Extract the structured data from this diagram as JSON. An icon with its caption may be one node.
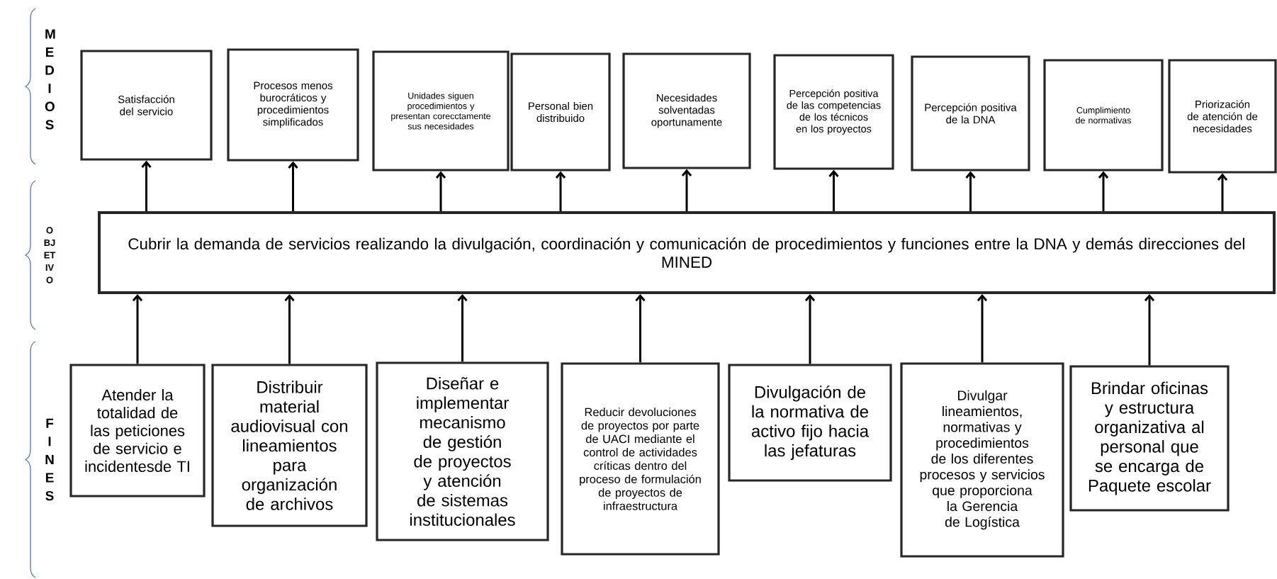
{
  "diagram": {
    "nodes": [
      {
        "text": [
          "Satisfacción del servicio"
        ]
      },
      {
        "text": [
          "Procesos menos burocráticos y procedimientos simplificados"
        ]
      },
      {
        "text": [
          "Unidades siguen procedimientos y presentan corecctamente sus necesidades"
        ]
      },
      {
        "text": [
          "Personal bien distribuido"
        ]
      },
      {
        "text": [
          "Necesidades solventadas oportunamente"
        ]
      },
      {
        "text": [
          "Percepción positiva de las competencias de los técnicos en los proyectos"
        ]
      },
      {
        "text": [
          "Percepción positiva de la  DNA"
        ]
      },
      {
        "text": [
          "Cumplimiento de normativas"
        ]
      },
      {
        "text": [
          "Priorización de atención de necesidades"
        ]
      },
      {
        "text": [
          "Cubrir la demanda de servicios realizando la divulgación, coordinación y comunicación de procedimientos y funciones entre la DNA y demás direcciones del MINED"
        ]
      },
      {
        "text": [
          "Atender la totalidad de las peticiones de servicio e incidentesde TI"
        ]
      },
      {
        "text": [
          "Distribuir material audiovisual con lineamientos para organización de archivos"
        ]
      },
      {
        "text": [
          "Diseñar e implementar mecanismo de gestión de proyectos y atención de sistemas institucionales"
        ]
      },
      {
        "text": [
          "Reducir devoluciones de proyectos por parte de UACI mediante el control de actividades críticas dentro del proceso de formulación de proyectos de infraestructura"
        ]
      },
      {
        "text": [
          "Divulgación de la normativa de activo fijo hacia las jefaturas"
        ]
      },
      {
        "text": [
          "Divulgar lineamientos, normativas y procedimientos de los diferentes procesos y servicios que proporciona la Gerencia de Logística"
        ]
      },
      {
        "text": [
          "Brindar oficinas y estructura organizativa al personal que se encarga de Paquete escolar"
        ]
      }
    ],
    "edges": [
      {
        "from": 9,
        "to": 0,
        "arrow": "to"
      },
      {
        "from": 9,
        "to": 1,
        "arrow": "to"
      },
      {
        "from": 9,
        "to": 2,
        "arrow": "to"
      },
      {
        "from": 9,
        "to": 3,
        "arrow": "to"
      },
      {
        "from": 9,
        "to": 4,
        "arrow": "to"
      },
      {
        "from": 9,
        "to": 5,
        "arrow": "to"
      },
      {
        "from": 9,
        "to": 6,
        "arrow": "to"
      },
      {
        "from": 9,
        "to": 7,
        "arrow": "to"
      },
      {
        "from": 9,
        "to": 8,
        "arrow": "to"
      },
      {
        "from": 10,
        "to": 9,
        "arrow": "to"
      },
      {
        "from": 11,
        "to": 9,
        "arrow": "to"
      },
      {
        "from": 12,
        "to": 9,
        "arrow": "to"
      },
      {
        "from": 13,
        "to": 9,
        "arrow": "to"
      },
      {
        "from": 14,
        "to": 9,
        "arrow": "to"
      },
      {
        "from": 15,
        "to": 9,
        "arrow": "to"
      },
      {
        "from": 16,
        "to": 9,
        "arrow": "to"
      }
    ],
    "labels": [
      "M E D I O S",
      "O BJ ET IV O",
      "F I N E S"
    ]
  }
}
